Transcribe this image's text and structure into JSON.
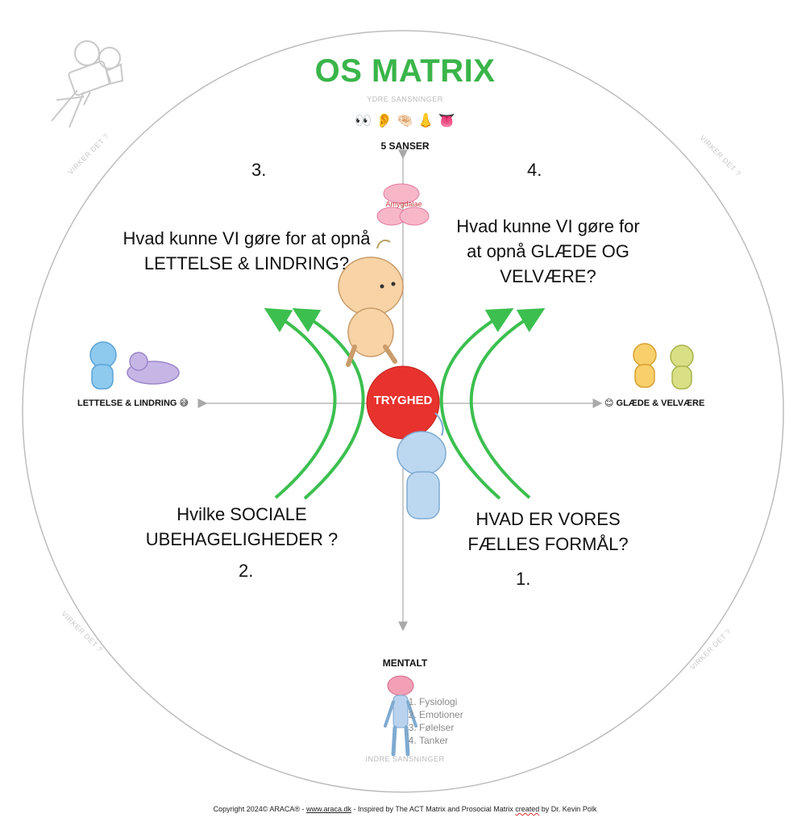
{
  "title": "OS MATRIX",
  "top": {
    "outer_label": "YDRE SANSNINGER",
    "senses_icons": "👀 👂 🤏🏻 👃 👅",
    "label": "5 SANSER"
  },
  "bottom": {
    "label": "MENTALT",
    "outer_label": "INDRE SANSNINGER",
    "list": [
      "Fysiologi",
      "Emotioner",
      "Følelser",
      "Tanker"
    ]
  },
  "left": {
    "label": "LETTELSE & LINDRING 😅"
  },
  "right": {
    "label": "😊 GLÆDE & VELVÆRE"
  },
  "center": {
    "label": "TRYGHED",
    "brain_label": "Amygdalae"
  },
  "quadrants": {
    "q3": {
      "number": "3.",
      "line1": "Hvad kunne VI gøre for at opnå",
      "line2": "LETTELSE & LINDRING?"
    },
    "q4": {
      "number": "4.",
      "line1": "Hvad kunne VI gøre for",
      "line2": "at opnå GLÆDE OG",
      "line3": "VELVÆRE?"
    },
    "q2": {
      "number": "2.",
      "line1": "Hvilke SOCIALE",
      "line2": "UBEHAGELIGHEDER ?"
    },
    "q1": {
      "number": "1.",
      "line1": "HVAD ER VORES",
      "line2": "FÆLLES FORMÅL?"
    }
  },
  "virker": "VIRKER DET ?",
  "footer": {
    "prefix": "Copyright 2024© ARACA® - ",
    "link": "www.araca.dk",
    "middle": " - Inspired by The ACT Matrix and Prosocial Matrix ",
    "created": "created",
    "suffix": " by Dr. Kevin Polk"
  },
  "colors": {
    "title_green": "#3ab54a",
    "arrow_green": "#3cbf4f",
    "center_red": "#e8322e",
    "axis_grey": "#a9a9a9"
  },
  "icons": [
    "camera-icon",
    "brain-icon",
    "child-figure-icon",
    "human-body-icon"
  ]
}
